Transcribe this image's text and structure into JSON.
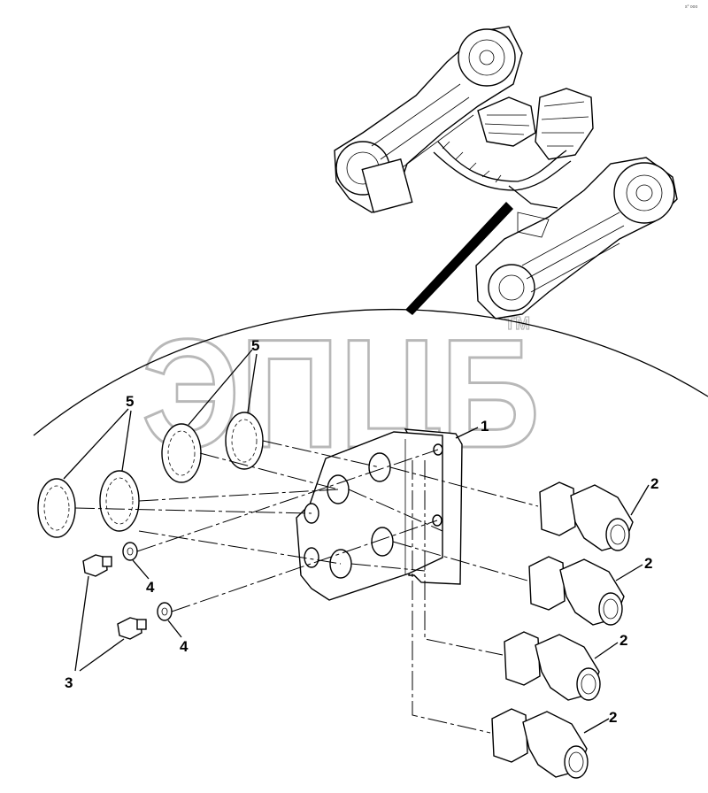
{
  "corner_mark": "s° ooo",
  "watermark": {
    "logo": "ЭПЦБ",
    "tm": "TM"
  },
  "callouts": {
    "bracket": "1",
    "fitting_1": "2",
    "fitting_2": "2",
    "fitting_3": "2",
    "fitting_4": "2",
    "bolts": "3",
    "washer_upper": "4",
    "washer_lower": "4",
    "rings_upper": "5",
    "rings_lower": "5"
  }
}
